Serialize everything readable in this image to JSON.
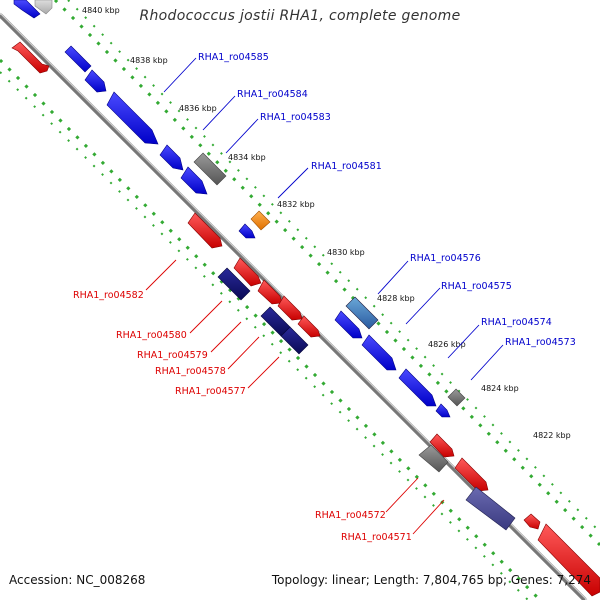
{
  "title": "Rhodococcus jostii RHA1, complete genome",
  "accession": "Accession: NC_008268",
  "summary": "Topology: linear; Length: 7,804,765 bp; Genes: 7,274",
  "colors": {
    "forward": "#0000ee",
    "reverse": "#ee0000",
    "label_forward": "#0000cc",
    "label_reverse": "#dd0000",
    "backbone": "#888888",
    "ruler_dots": "#33aa33",
    "gray_feature": "#666666",
    "orange_feature": "#ff8800",
    "navy_feature": "#14146e"
  },
  "scale_ticks": [
    "4840 kbp",
    "4838 kbp",
    "4836 kbp",
    "4834 kbp",
    "4832 kbp",
    "4830 kbp",
    "4828 kbp",
    "4826 kbp",
    "4824 kbp",
    "4822 kbp"
  ],
  "gene_labels_forward": [
    "RHA1_ro04585",
    "RHA1_ro04584",
    "RHA1_ro04583",
    "RHA1_ro04581",
    "RHA1_ro04576",
    "RHA1_ro04575",
    "RHA1_ro04574",
    "RHA1_ro04573"
  ],
  "gene_labels_reverse": [
    "RHA1_ro04582",
    "RHA1_ro04580",
    "RHA1_ro04579",
    "RHA1_ro04578",
    "RHA1_ro04577",
    "RHA1_ro04572",
    "RHA1_ro04571"
  ]
}
